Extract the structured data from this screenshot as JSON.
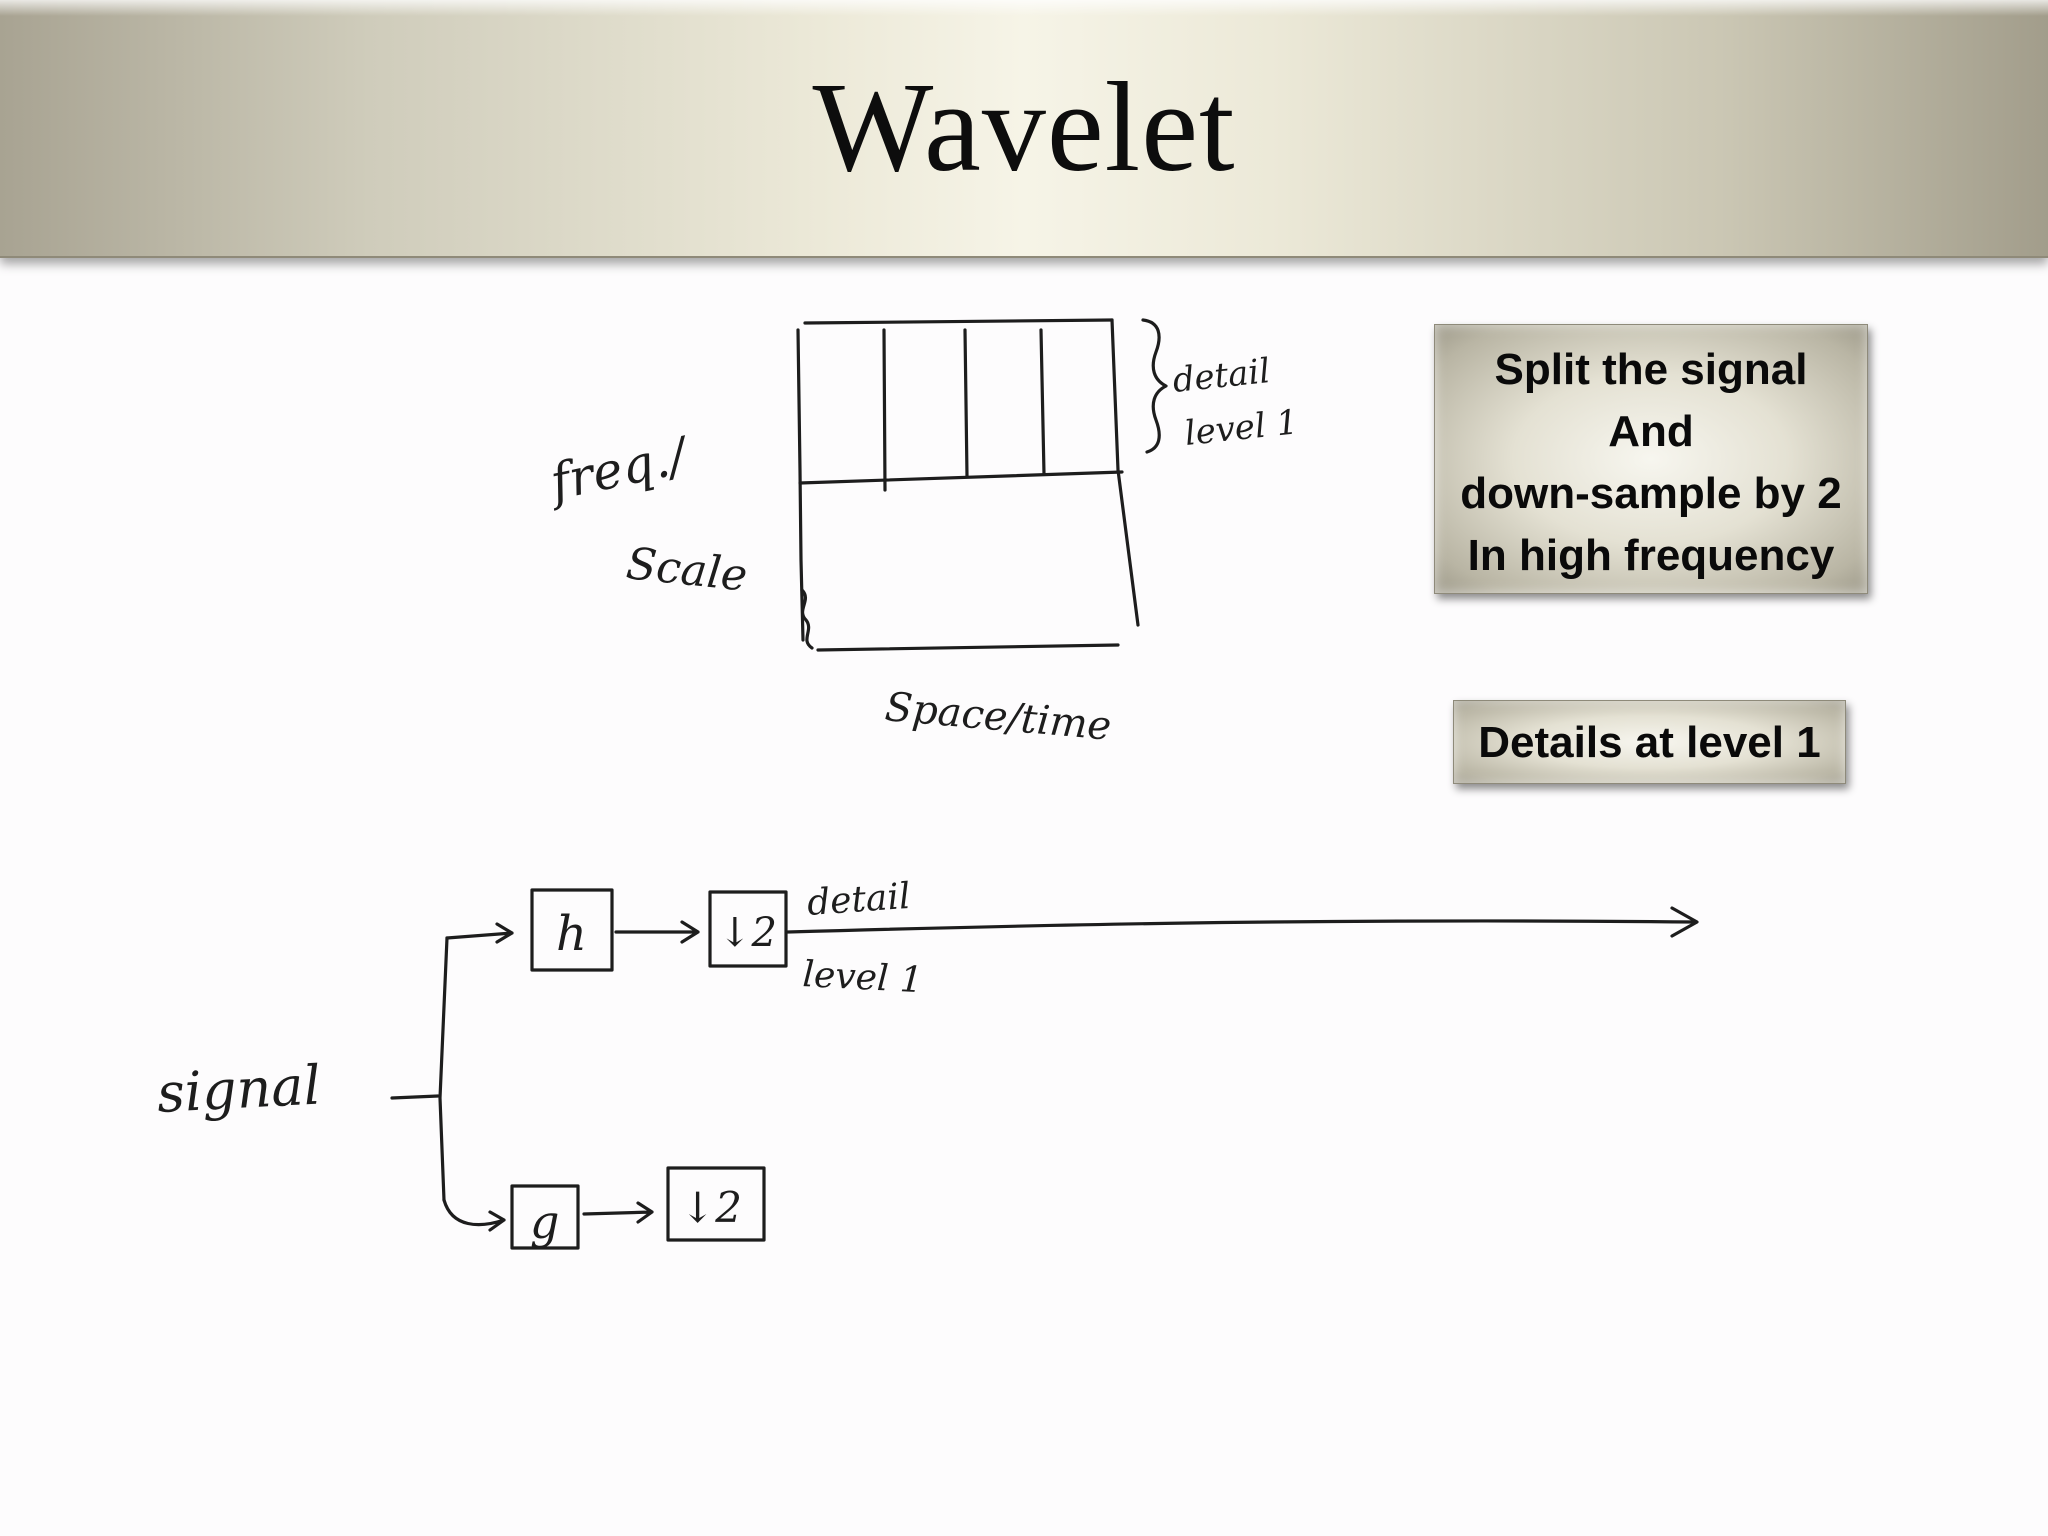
{
  "slide": {
    "title": "Wavelet"
  },
  "callouts": {
    "main_lines": [
      "Split the signal",
      "And",
      "down-sample by 2",
      "In high frequency"
    ],
    "details": "Details at level 1"
  },
  "sketch": {
    "y_axis_label_1": "freq./",
    "y_axis_label_2": "Scale",
    "x_axis_label": "Space/time",
    "brace_label_1": "detail",
    "brace_label_2": "level 1",
    "signal_label": "signal",
    "high_filter": "h",
    "low_filter": "g",
    "downsample_top": "↓2",
    "downsample_bottom": "↓2",
    "output_label_1": "detail",
    "output_label_2": "level 1"
  }
}
